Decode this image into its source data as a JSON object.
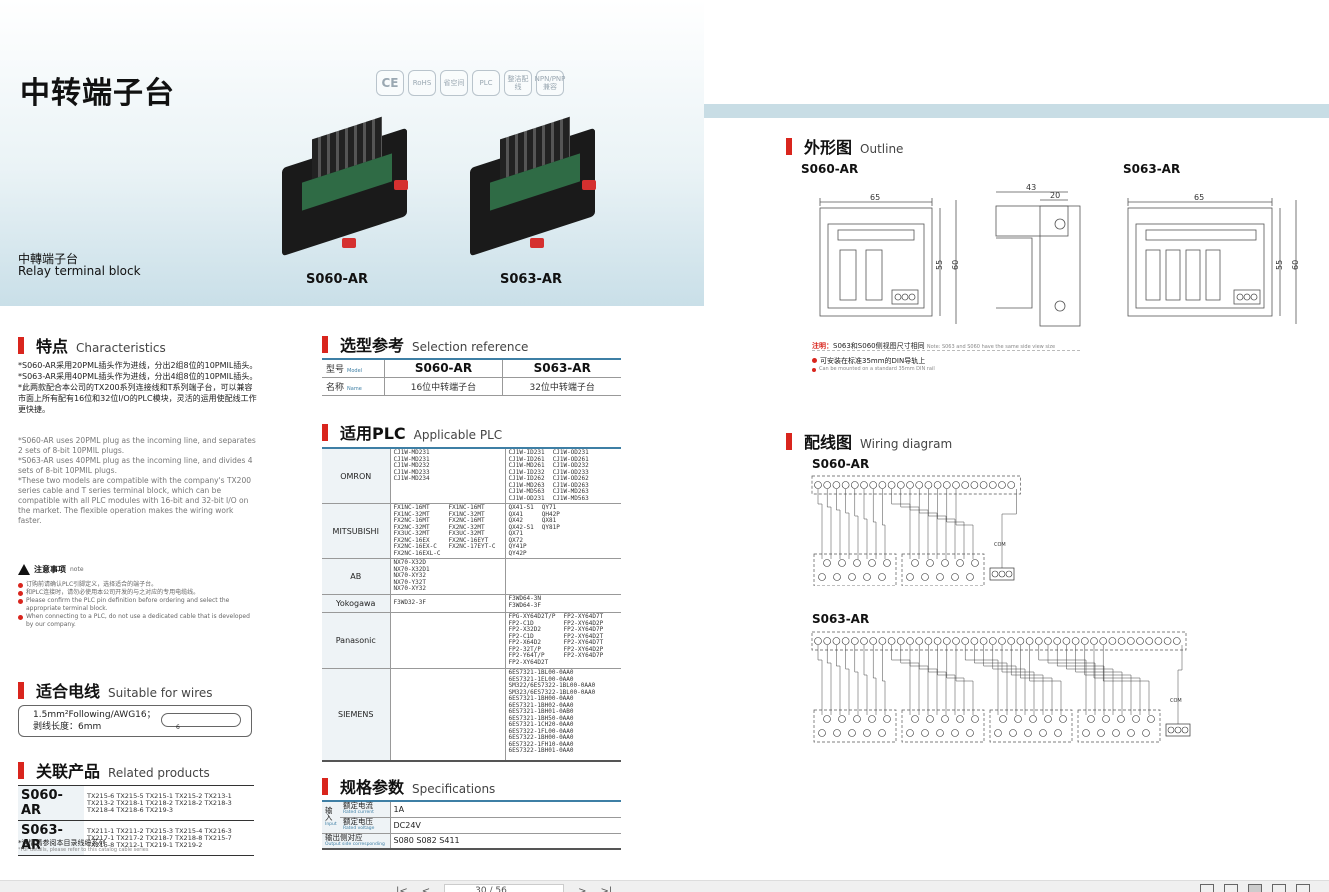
{
  "hero": {
    "title": "中转端子台",
    "subtitle_cn": "中轉端子台",
    "subtitle_en": "Relay terminal block",
    "badges": [
      "CE",
      "RoHS",
      "省空间",
      "PLC",
      "整洁配线",
      "NPN/PNP兼容"
    ],
    "models": [
      "S060-AR",
      "S063-AR"
    ]
  },
  "characteristics": {
    "heading_cn": "特点",
    "heading_en": "Characteristics",
    "cn_lines": [
      "*S060-AR采用20PML插头作为进线，分出2组8位的10PMIL插头。",
      "*S063-AR采用40PML插头作为进线，分出4组8位的10PMIL插头。*此两款配合本公司的TX200系列连接线和T系列端子台，可以兼容市面上所有配有16位和32位I/O的PLC模块，灵活的运用使配线工作更快捷。"
    ],
    "en_lines": [
      "*S060-AR uses 20PML plug as the incoming line, and separates 2 sets of 8-bit 10PMIL plugs.",
      "*S063-AR uses 40PML plug as the incoming line, and divides 4 sets of 8-bit 10PMIL plugs.",
      "*These two models are compatible with the company's TX200 series cable and T series terminal block, which can be compatible with all PLC modules with 16-bit and 32-bit I/O on the market. The flexible operation makes the wiring work faster."
    ]
  },
  "note": {
    "heading": "注意事项",
    "heading_en": "note",
    "lines": [
      {
        "dot": true,
        "text": "订购前请确认PLC引脚定义，选择适合的端子台。"
      },
      {
        "dot": true,
        "text": "和PLC连接时，请勿必使用本公司开发的与之对应的专用电缆线。"
      },
      {
        "dot": true,
        "text": "Please confirm the PLC pin definition before ordering and select the appropriate terminal block."
      },
      {
        "dot": true,
        "text": "When connecting to a PLC, do not use a dedicated cable that is developed by our company."
      }
    ]
  },
  "wires": {
    "heading_cn": "适合电线",
    "heading_en": "Suitable for wires",
    "line1": "1.5mm²Following/AWG16；",
    "line2": "剥线长度：6mm",
    "cable_mark": "6"
  },
  "related": {
    "heading_cn": "关联产品",
    "heading_en": "Related products",
    "rows": [
      {
        "model": "S060-AR",
        "lines": [
          "TX215-6 TX215-5 TX215-1 TX215-2 TX213-1",
          "TX213-2 TX218-1 TX218-2 TX218-2 TX218-3",
          "TX218-4 TX218-6 TX219-3"
        ]
      },
      {
        "model": "S063-AR",
        "lines": [
          "TX211-1 TX211-2 TX215-3 TX215-4 TX216-3",
          "TX217-1 TX217-2 TX218-7 TX218-8 TX215-7",
          "TX215-8 TX212-1 TX219-1 TX219-2"
        ]
      }
    ],
    "note_cn": "*详情请参阅本目录线缆系列",
    "note_en": "*For details, please refer to this catalog cable series"
  },
  "selection": {
    "heading_cn": "选型参考",
    "heading_en": "Selection reference",
    "row1_label": "型号",
    "row1_label_en": "Model",
    "row2_label": "名称",
    "row2_label_en": "Name",
    "models": [
      "S060-AR",
      "S063-AR"
    ],
    "names": [
      "16位中转端子台",
      "32位中转端子台"
    ]
  },
  "plc": {
    "heading_cn": "适用PLC",
    "heading_en": "Applicable PLC",
    "rows": [
      {
        "brand": "OMRON",
        "c1": [
          "CJ1W-MD231\nCJ1W-MD231\nCJ1W-MD232\nCJ1W-MD233\nCJ1W-MD234"
        ],
        "c2": [
          "CJ1W-ID231\nCJ1W-ID261\nCJ1W-MD261\nCJ1W-ID232\nCJ1W-ID262\nCJ1W-MD263\nCJ1W-MD563\nCJ1W-OD231",
          "CJ1W-OD231\nCJ1W-OD261\nCJ1W-OD232\nCJ1W-OD233\nCJ1W-OD262\nCJ1W-OD263\nCJ1W-MD263\nCJ1W-MD563"
        ]
      },
      {
        "brand": "MITSUBISHI",
        "c1": [
          "FX1NC-16MT\nFX1NC-32MT\nFX2NC-16MT\nFX2NC-32MT\nFX3UC-32MT\nFX2NC-16EX\nFX2NC-16EX-C\nFX2NC-16EXL-C",
          "FX1NC-16MT\nFX1NC-32MT\nFX2NC-16MT\nFX2NC-32MT\nFX3UC-32MT\nFX2NC-16EYT\nFX2NC-17EYT-C"
        ],
        "c2": [
          "QX41-S1\nQX41\nQX42\nQX42-S1\nQX71\nQX72\nQY41P\nQY42P",
          "QY71\nQH42P\nQX81\nQY81P"
        ]
      },
      {
        "brand": "AB",
        "c1": [
          "NX70-X32D\nNX70-X32D1\nNX70-XY32\nNX70-Y32T\nNX70-XY32"
        ],
        "c2": [
          ""
        ]
      },
      {
        "brand": "Yokogawa",
        "c1": [
          "F3WD32-3F"
        ],
        "c2": [
          "F3WD64-3N\nF3WD64-3F"
        ]
      },
      {
        "brand": "Panasonic",
        "c1": [
          ""
        ],
        "c2": [
          "FPG-XY64D2T/P\nFP2-C1D\nFP2-X32D2\nFP2-C1D\nFP2-X64D2\nFP2-32T/P\nFP2-Y64T/P\nFP2-XY64D2T",
          "FP2-XY64D7T\nFP2-XY64D2P\nFP2-XY64D7P\nFP2-XY64D2T\nFP2-XY64D7T\nFP2-XY64D2P\nFP2-XY64D7P"
        ]
      },
      {
        "brand": "SIEMENS",
        "c1": [
          ""
        ],
        "c2": [
          "6ES7321-1BL00-0AA0\n6ES7321-1EL00-0AA0\nSM322/6ES7322-1BL00-0AA0\nSM323/6ES7322-1BL00-0AA0\n6ES7321-1BH00-0AA0\n6ES7321-1BH02-0AA0\n6ES7321-1BH01-0AB0\n6ES7321-1BH50-0AA0\n6ES7321-1CH20-0AA0\n6ES7322-1FL00-0AA0\n6ES7322-1BH00-0AA0\n6ES7322-1FH10-0AA0\n6ES7322-1BH01-0AA0"
        ]
      }
    ]
  },
  "spec": {
    "heading_cn": "规格参数",
    "heading_en": "Specifications",
    "input_label": "输入",
    "input_label_en": "Input",
    "current_label": "额定电流",
    "current_label_en": "Rated current",
    "current_value": "1A",
    "voltage_label": "额定电压",
    "voltage_label_en": "Rated voltage",
    "voltage_value": "DC24V",
    "output_label": "输出侧对应",
    "output_label_en": "Output side corresponding",
    "output_value": "S080   S082   S411"
  },
  "outline": {
    "heading_cn": "外形图",
    "heading_en": "Outline",
    "models": [
      "S060-AR",
      "S063-AR"
    ],
    "dims": {
      "w": "65",
      "h1": "55",
      "h2": "60",
      "side_w": "43",
      "side_w2": "20"
    },
    "note_red": "注明：",
    "note_cn": "S063和S060侧视图尺寸相同",
    "note_en": "Note: S063 and S060 have the same side view size",
    "dinrail_cn": "可安装在标准35mm的DIN导轨上",
    "dinrail_en": "Can be mounted on a standard 35mm DIN rail"
  },
  "wiring": {
    "heading_cn": "配线图",
    "heading_en": "Wiring diagram",
    "models": [
      "S060-AR",
      "S063-AR"
    ],
    "com_label": "COM"
  },
  "toolbar": {
    "page": "30 / 56"
  },
  "colors": {
    "accent_red": "#d9251d",
    "accent_blue": "#3e7fa5",
    "band": "#c8dde5"
  }
}
